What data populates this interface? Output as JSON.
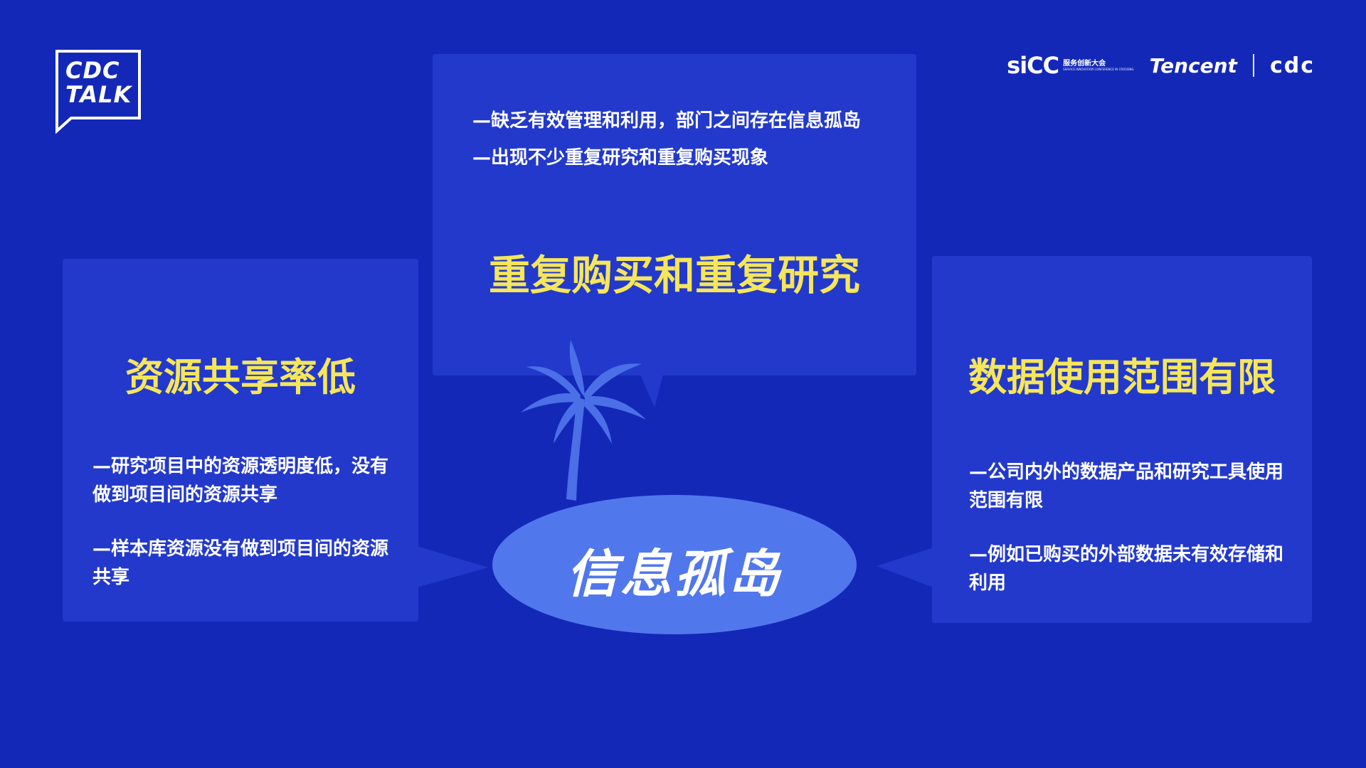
{
  "logo": {
    "text": "CDC\nTALK"
  },
  "partners": {
    "sicc": {
      "mark": "siCC",
      "cn": "服务创新大会",
      "en": "SERVICE INNOVATION CONFERENCE IN CROSSING"
    },
    "tencent": "Tencent",
    "cdc": "cdc"
  },
  "top_panel": {
    "bullets": [
      "—缺乏有效管理和利用，部门之间存在信息孤岛",
      "—出现不少重复研究和重复购买现象"
    ],
    "title": "重复购买和重复研究"
  },
  "left_panel": {
    "title": "资源共享率低",
    "bullets": [
      "—研究项目中的资源透明度低，没有做到项目间的资源共享",
      "—样本库资源没有做到项目间的资源共享"
    ]
  },
  "right_panel": {
    "title": "数据使用范围有限",
    "bullets": [
      "—公司内外的数据产品和研究工具使用范围有限",
      "—例如已购买的外部数据未有效存储和利用"
    ]
  },
  "center": {
    "label": "信息孤岛"
  },
  "colors": {
    "background": "#1428b8",
    "panel": "#2339cc",
    "title_yellow": "#f5e65a",
    "island": "#5177ec",
    "palm": "#4a6fe6"
  }
}
